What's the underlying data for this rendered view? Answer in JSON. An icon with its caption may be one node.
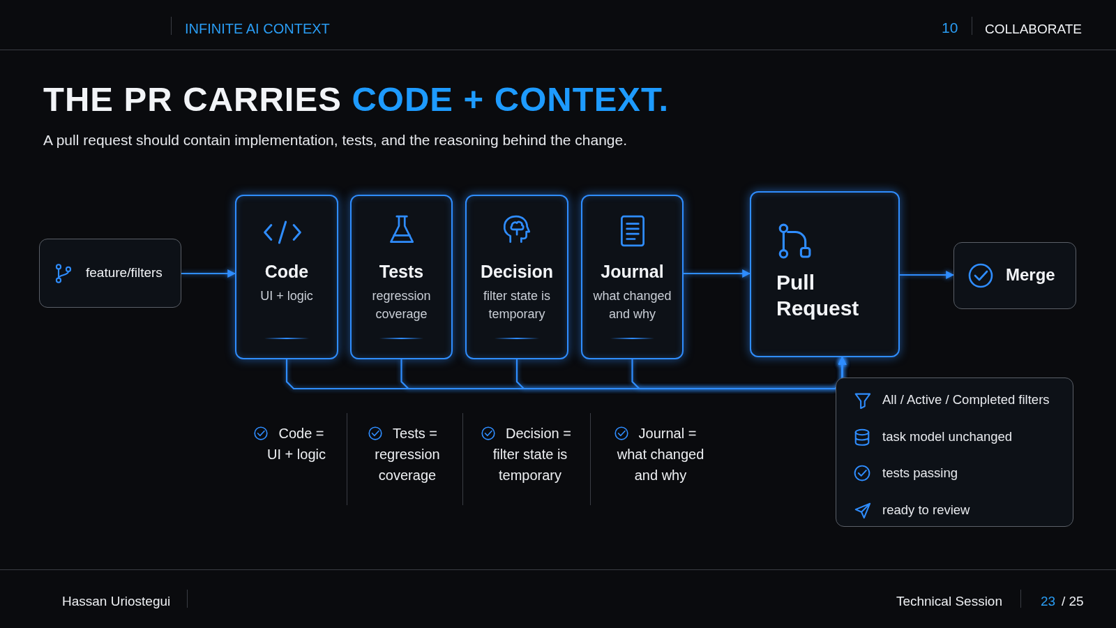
{
  "diagram": {
    "title": "THE PR CARRIES **CODE + CONTEXT.**",
    "nodes": [
      {
        "text": [
          "feature/filters"
        ]
      },
      {
        "text": [
          "Code",
          "UI + logic"
        ]
      },
      {
        "text": [
          "Tests",
          "regression coverage"
        ]
      },
      {
        "text": [
          "Decision",
          "filter state is temporary"
        ]
      },
      {
        "text": [
          "Journal",
          "what changed and why"
        ]
      },
      {
        "text": [
          "Pull Request"
        ]
      },
      {
        "text": [
          "Merge"
        ]
      },
      {
        "text": [
          "All / Active / Completed filters",
          "task model unchanged",
          "tests passing",
          "ready to review"
        ]
      }
    ],
    "edges": [
      {
        "from": 0,
        "to": 1,
        "arrow": "to"
      },
      {
        "from": 4,
        "to": 5,
        "arrow": "to"
      },
      {
        "from": 5,
        "to": 6,
        "arrow": "to"
      },
      {
        "from": 1,
        "to": 5,
        "arrow": "to"
      },
      {
        "from": 2,
        "to": 5,
        "arrow": "to"
      },
      {
        "from": 3,
        "to": 5,
        "arrow": "to"
      },
      {
        "from": 4,
        "to": 5,
        "arrow": "to"
      }
    ],
    "labels": [
      "INFINITE AI CONTEXT",
      "10",
      "COLLABORATE",
      "A pull request should contain implementation, tests, and the reasoning behind the change.",
      "Code =",
      "UI + logic",
      "Tests =",
      "regression coverage",
      "Decision =",
      "filter state is temporary",
      "Journal =",
      "what changed and why",
      "Hassan Uriostegui",
      "Technical Session",
      "23",
      "/ 25"
    ]
  }
}
